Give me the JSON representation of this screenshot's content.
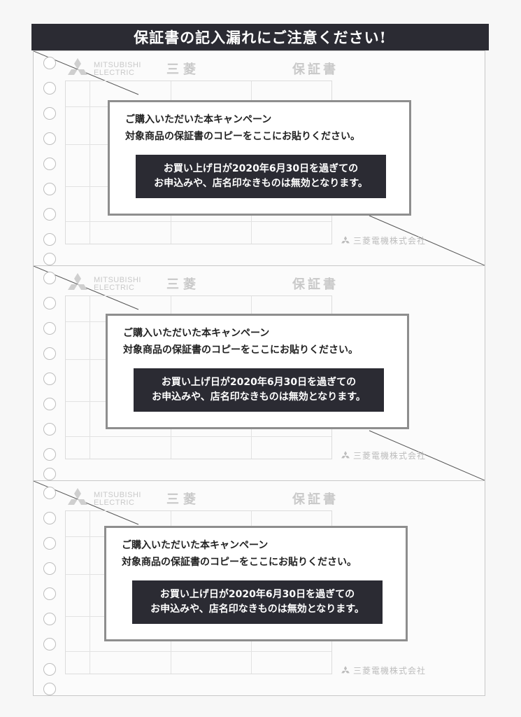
{
  "header": {
    "title": "保証書の記入漏れにご注意ください!"
  },
  "sheet": {
    "logo_line1": "MITSUBISHI",
    "logo_line2": "ELECTRIC",
    "brand_jp": "三菱",
    "warranty_jp": "保証書",
    "maker_jp": "三菱電機株式会社",
    "notice_line1": "ご購入いただいた本キャンペーン",
    "notice_line2": "対象商品の保証書のコピーをここにお貼りください。",
    "warning_line1": "お買い上げ日が2020年6月30日を過ぎての",
    "warning_line2": "お申込みや、店名印なきものは無効となります。"
  },
  "colors": {
    "banner": "#2b2b33",
    "faded_print": "#c9c9c9",
    "notice_border": "#8e8e8e"
  },
  "icons": [
    "mitsubishi-logo-icon",
    "punch-hole-icon"
  ]
}
